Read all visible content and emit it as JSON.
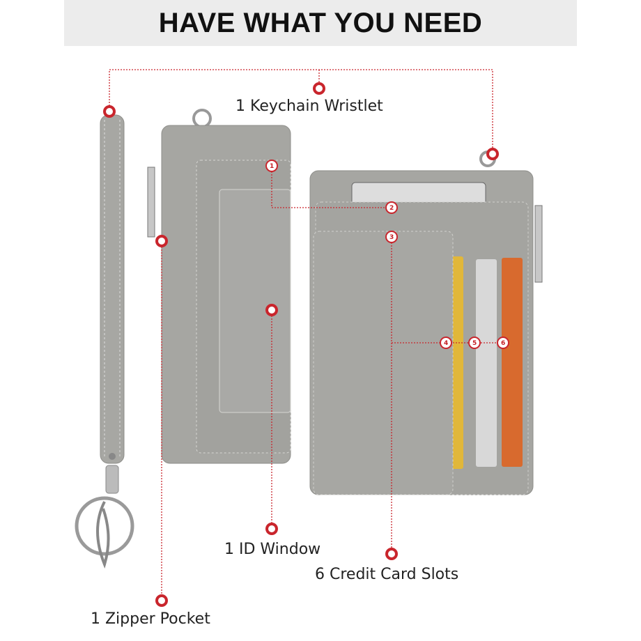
{
  "title": "HAVE WHAT YOU NEED",
  "features": {
    "keychain": "1 Keychain Wristlet",
    "id_window": "1 ID Window",
    "card_slots": "6 Credit Card Slots",
    "zipper": "1 Zipper Pocket"
  },
  "markers": [
    "1",
    "2",
    "3",
    "4",
    "5",
    "6"
  ],
  "colors": {
    "accent": "#c9252c",
    "leather": "#a6a6a2",
    "banner": "#ececec"
  }
}
